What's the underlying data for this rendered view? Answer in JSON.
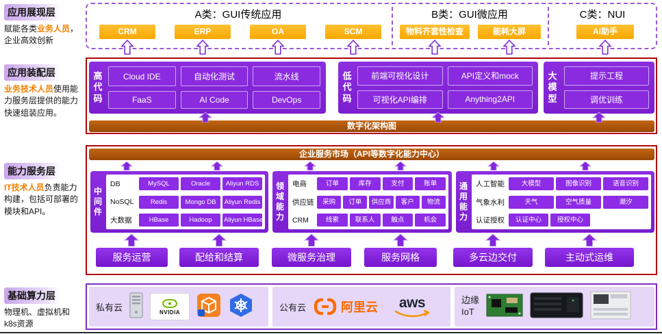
{
  "sidebar": {
    "layers": [
      {
        "title": "应用展现层",
        "pre": "赋能各类",
        "hl": "业务人员",
        "post": "，企业高效创新"
      },
      {
        "title": "应用装配层",
        "pre": "",
        "hl": "业务技术人员",
        "post": "使用能力服务层提供的能力快速组装应用。"
      },
      {
        "title": "能力服务层",
        "pre": "",
        "hl": "IT技术人员",
        "post": "负责能力构建，包括可部署的模块和API。"
      },
      {
        "title": "基础算力层",
        "pre": "物理机、虚拟机和k8s资源",
        "hl": "",
        "post": ""
      }
    ]
  },
  "presentation": {
    "groups": [
      {
        "title": "A类：GUI传统应用"
      },
      {
        "title": "B类：GUI微应用"
      },
      {
        "title": "C类：NUI"
      }
    ],
    "apps": [
      "CRM",
      "ERP",
      "OA",
      "SCM",
      "物料齐套性检查",
      "能耗大屏",
      "AI助手"
    ]
  },
  "assembly": {
    "high_code": {
      "label": "高代码",
      "items": [
        "Cloud IDE",
        "自动化测试",
        "流水线",
        "FaaS",
        "AI Code",
        "DevOps"
      ]
    },
    "low_code": {
      "label": "低代码",
      "items": [
        "前端可视化设计",
        "API定义和mock",
        "可视化API编排",
        "Anything2API"
      ]
    },
    "big_model": {
      "label": "大模型",
      "items": [
        "提示工程",
        "调优训练"
      ]
    },
    "bar": "数字化架构图"
  },
  "services": {
    "bar": "企业服务市场（API等数字化能力中心）",
    "middleware": {
      "label": "中间件",
      "rows": [
        {
          "name": "DB",
          "items": [
            "MySQL",
            "Oracle",
            "Aliyun RDS"
          ]
        },
        {
          "name": "NoSQL",
          "items": [
            "Redis",
            "Mongo DB",
            "Aliyun Redis"
          ]
        },
        {
          "name": "大数据",
          "items": [
            "HBase",
            "Hadoop",
            "Aliyun HBase"
          ]
        }
      ]
    },
    "domain": {
      "label": "领域能力",
      "rows": [
        {
          "name": "电商",
          "items": [
            "订单",
            "库存",
            "支付",
            "账单"
          ]
        },
        {
          "name": "供应链",
          "items": [
            "采购",
            "订单",
            "供应商",
            "客户",
            "物流"
          ]
        },
        {
          "name": "CRM",
          "items": [
            "线索",
            "联系人",
            "触点",
            "机会"
          ]
        }
      ]
    },
    "general": {
      "label": "通用能力",
      "rows": [
        {
          "name": "人工智能",
          "items": [
            "大模型",
            "图像识别",
            "语音识别"
          ]
        },
        {
          "name": "气象水利",
          "items": [
            "天气",
            "空气质量",
            "潮汐"
          ]
        },
        {
          "name": "认证授权",
          "items": [
            "认证中心",
            "授权中心"
          ]
        }
      ]
    },
    "buttons": [
      "服务运营",
      "配给和结算",
      "微服务治理",
      "服务网格",
      "多云边交付",
      "主动式运维"
    ]
  },
  "infra": {
    "private": {
      "label": "私有云",
      "nvidia": "NVIDIA"
    },
    "public": {
      "label": "公有云",
      "aliyun": "阿里云",
      "aws": "aws"
    },
    "edge": {
      "label_line1": "边缘",
      "label_line2": "IoT"
    }
  },
  "icons": {
    "up_arrow_hollow": "block-arrow-up-outline",
    "up_arrow_solid": "block-arrow-up-filled"
  },
  "colors": {
    "purple": "#8326DC",
    "orange": "#F9A800",
    "brown_bar": "#AD5408",
    "red_border": "#B00505",
    "highlight_text": "#F18101",
    "lavender": "#E6D7F8"
  }
}
